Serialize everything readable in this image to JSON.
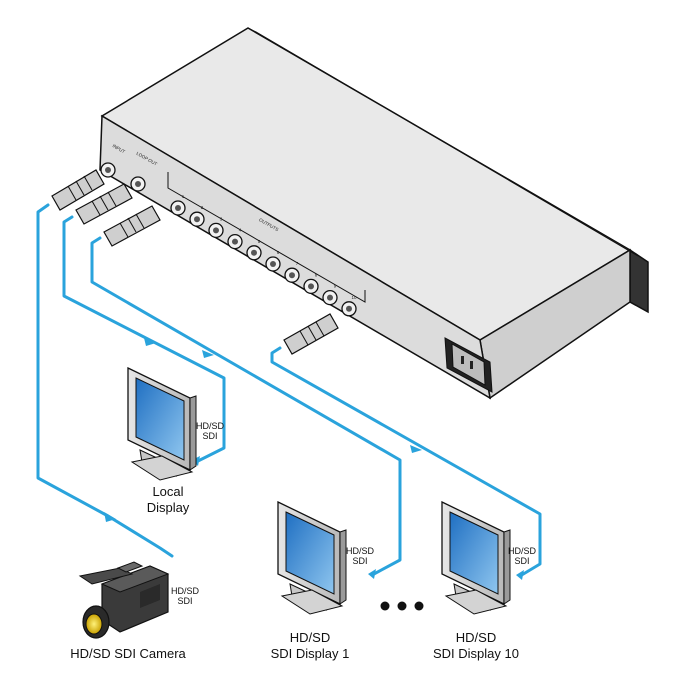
{
  "device": {
    "input_label": "INPUT",
    "loop_label": "LOOP OUT",
    "outputs_label": "OUTPUTS",
    "output_numbers": [
      "1",
      "2",
      "3",
      "4",
      "5",
      "6",
      "7",
      "8",
      "9",
      "10"
    ]
  },
  "devices": {
    "local_display": {
      "line1": "Local",
      "line2": "Display"
    },
    "camera": {
      "line1": "HD/SD SDI Camera"
    },
    "display_1": {
      "line1": "HD/SD",
      "line2": "SDI Display 1"
    },
    "display_10": {
      "line1": "HD/SD",
      "line2": "SDI Display 10"
    }
  },
  "cable_labels": {
    "local": {
      "line1": "HD/SD",
      "line2": "SDI"
    },
    "camera": {
      "line1": "HD/SD",
      "line2": "SDI"
    },
    "display_1": {
      "line1": "HD/SD",
      "line2": "SDI"
    },
    "display_10": {
      "line1": "HD/SD",
      "line2": "SDI"
    }
  },
  "colors": {
    "cable": "#2aa3dc",
    "screen": "#3b8fd6",
    "chassis": "#d9d9d9"
  }
}
